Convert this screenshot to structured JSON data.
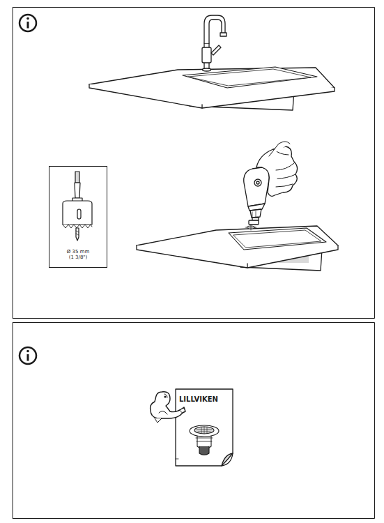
{
  "diagram": {
    "nodes": [
      {
        "text": [
          "Ø 35 mm",
          "(1 3/8\")"
        ]
      },
      {
        "text": [
          "LILLVIKEN"
        ]
      }
    ]
  }
}
